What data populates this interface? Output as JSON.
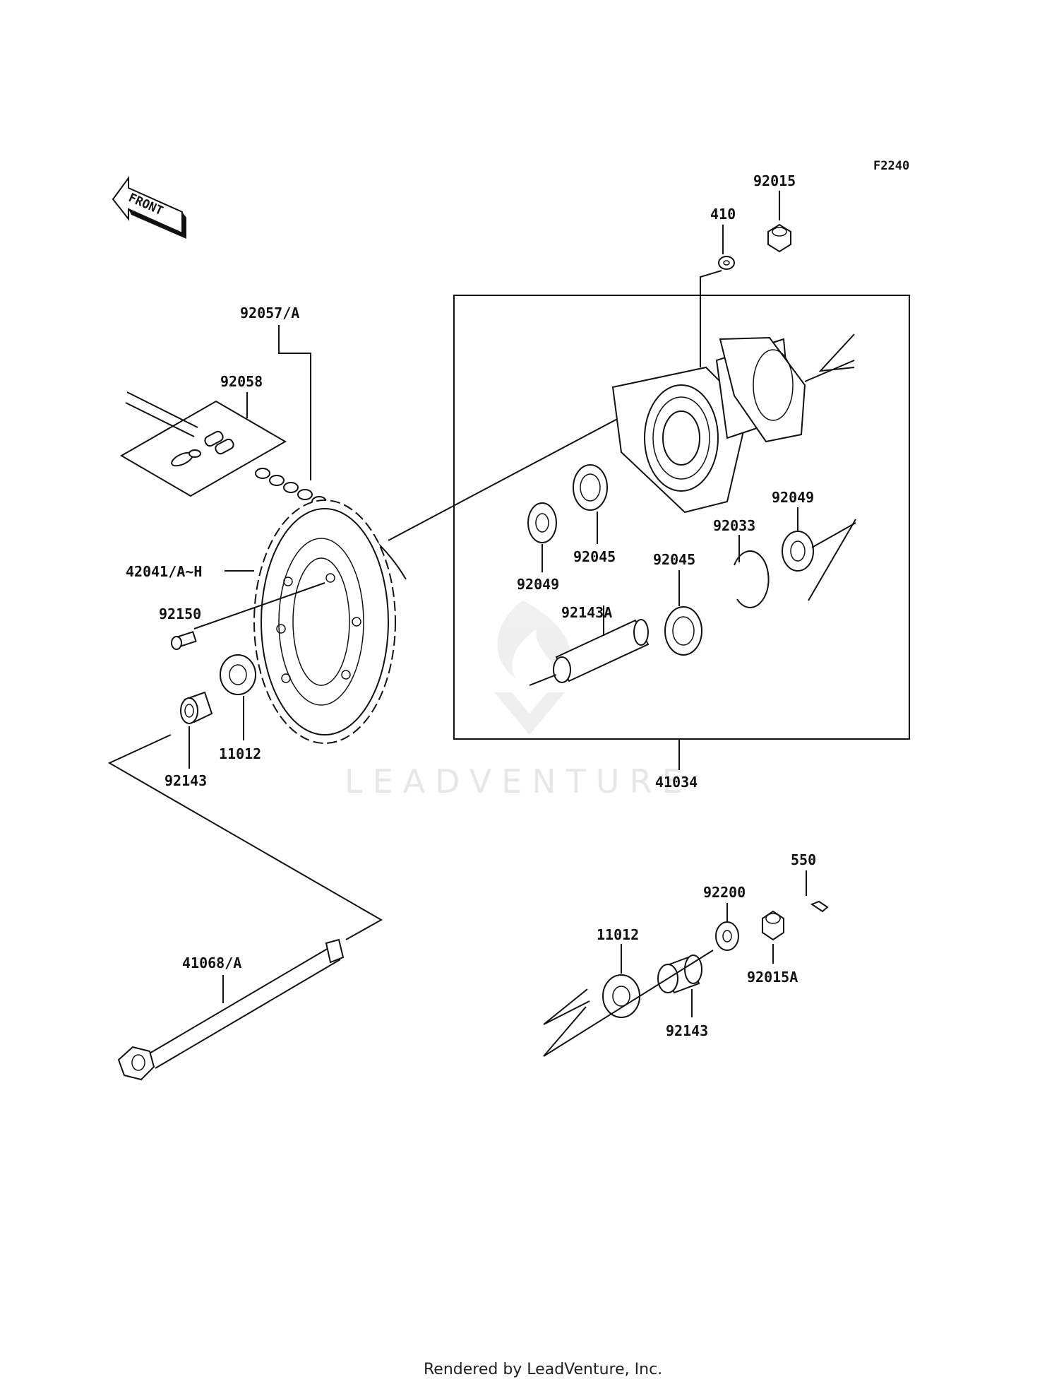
{
  "diagram": {
    "figure_code": "F2240",
    "front_arrow_label": "FRONT",
    "watermark": "LEADVENTURE",
    "footer": "Rendered by LeadVenture, Inc.",
    "labels": {
      "p92015": "92015",
      "p410": "410",
      "p92057A": "92057/A",
      "p92058": "92058",
      "p42041": "42041/A~H",
      "p92150": "92150",
      "p92049a": "92049",
      "p92045a": "92045",
      "p92049b": "92049",
      "p92033": "92033",
      "p92045b": "92045",
      "p92143A": "92143A",
      "p41034": "41034",
      "p11012a": "11012",
      "p92143a": "92143",
      "p550": "550",
      "p92200": "92200",
      "p11012b": "11012",
      "p92015A": "92015A",
      "p92143b": "92143",
      "p41068A": "41068/A"
    }
  }
}
